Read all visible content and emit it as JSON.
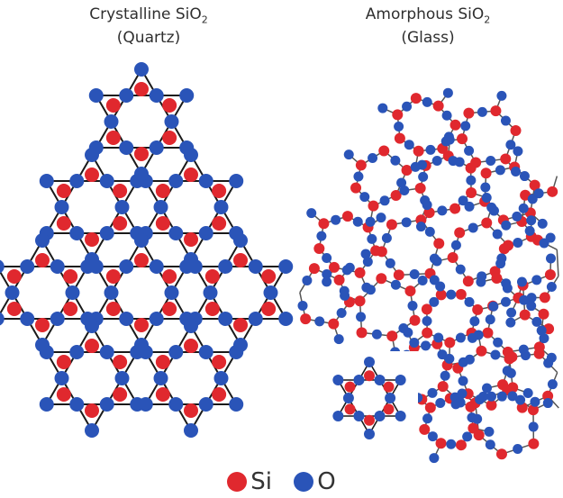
{
  "crystalline": {
    "title": "Crystalline SiO",
    "sub": "2",
    "paren": "(Quartz)"
  },
  "amorphous": {
    "title": "Amorphous SiO",
    "sub": "2",
    "paren": "(Glass)"
  },
  "legend": [
    {
      "label": "Si",
      "color": "#e0282e"
    },
    {
      "label": "O",
      "color": "#2a54b8"
    }
  ],
  "colors": {
    "si": "#e0282e",
    "o": "#2a54b8",
    "bond": "#1a1a1a"
  }
}
